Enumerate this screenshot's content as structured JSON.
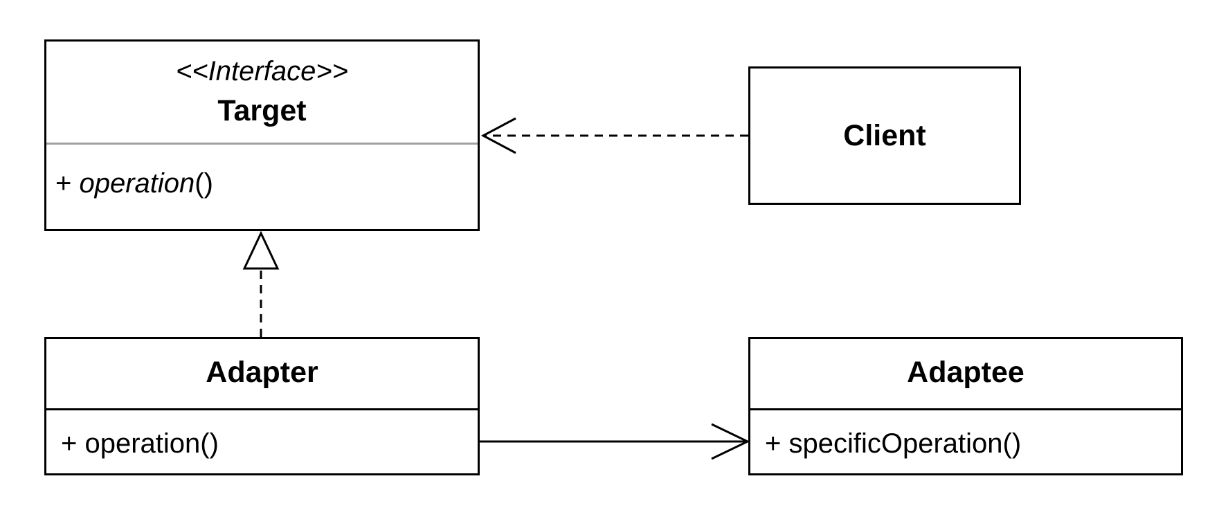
{
  "diagram": {
    "classes": {
      "target": {
        "stereotype": "<<Interface>>",
        "name": "Target",
        "operation_visibility": "+ ",
        "operation_name": "operation",
        "operation_parens": "()"
      },
      "client": {
        "name": "Client"
      },
      "adapter": {
        "name": "Adapter",
        "operation": "+ operation()"
      },
      "adaptee": {
        "name": "Adaptee",
        "operation": "+ specificOperation()"
      }
    },
    "relationships": [
      {
        "from": "Client",
        "to": "Target",
        "kind": "dependency"
      },
      {
        "from": "Adapter",
        "to": "Target",
        "kind": "realization"
      },
      {
        "from": "Adapter",
        "to": "Adaptee",
        "kind": "association"
      }
    ],
    "colors": {
      "stroke": "#000000",
      "compartment_divider_target": "#a0a0a0",
      "background": "#ffffff"
    }
  }
}
